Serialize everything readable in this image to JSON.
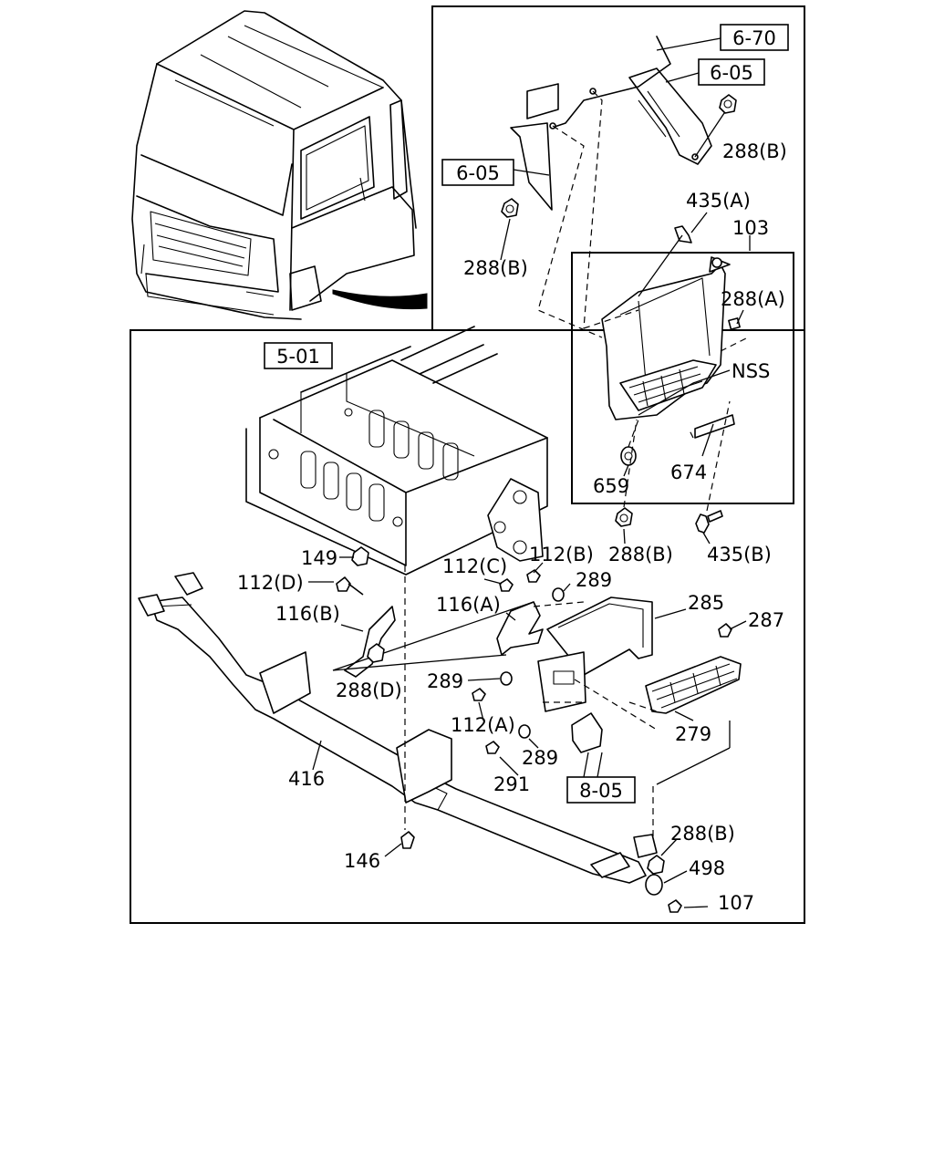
{
  "refs": {
    "r670": "6-70",
    "r605a": "6-05",
    "r605b": "6-05",
    "r501": "5-01",
    "r805": "8-05"
  },
  "labels": {
    "l288b_1": "288(B)",
    "l288b_2": "288(B)",
    "l435a": "435(A)",
    "l103": "103",
    "l288a": "288(A)",
    "lnss": "NSS",
    "l659": "659",
    "l674": "674",
    "l288b_3": "288(B)",
    "l435b": "435(B)",
    "l149": "149",
    "l112d": "112(D)",
    "l112c": "112(C)",
    "l112b": "112(B)",
    "l289_1": "289",
    "l116b": "116(B)",
    "l116a": "116(A)",
    "l285": "285",
    "l287": "287",
    "l288d": "288(D)",
    "l289_2": "289",
    "l112a": "112(A)",
    "l279": "279",
    "l289_3": "289",
    "l416": "416",
    "l291": "291",
    "l146": "146",
    "l288b_4": "288(B)",
    "l498": "498",
    "l107": "107"
  }
}
